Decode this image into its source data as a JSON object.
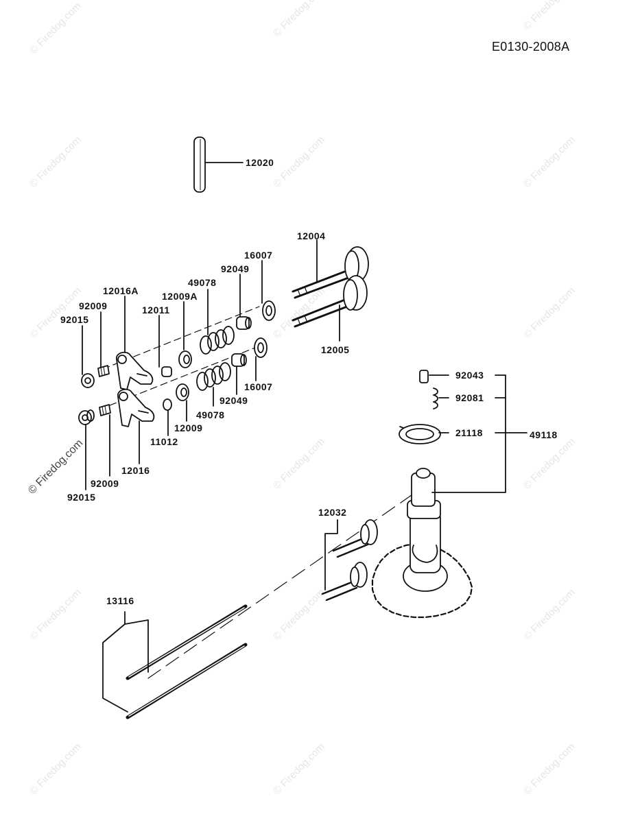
{
  "doc_id": "E0130-2008A",
  "watermark": "© Firedog.com",
  "parts": {
    "p12020": "12020",
    "p12004": "12004",
    "p16007a": "16007",
    "p92049a": "92049",
    "p49078a": "49078",
    "p12016A": "12016A",
    "p12009A": "12009A",
    "p92009a": "92009",
    "p12011": "12011",
    "p92015a": "92015",
    "p12005": "12005",
    "p16007b": "16007",
    "p92049b": "92049",
    "p49078b": "49078",
    "p12009": "12009",
    "p11012": "11012",
    "p12016": "12016",
    "p92009b": "92009",
    "p92015b": "92015",
    "p92043": "92043",
    "p92081": "92081",
    "p21118": "21118",
    "p49118": "49118",
    "p12032": "12032",
    "p13116": "13116"
  }
}
